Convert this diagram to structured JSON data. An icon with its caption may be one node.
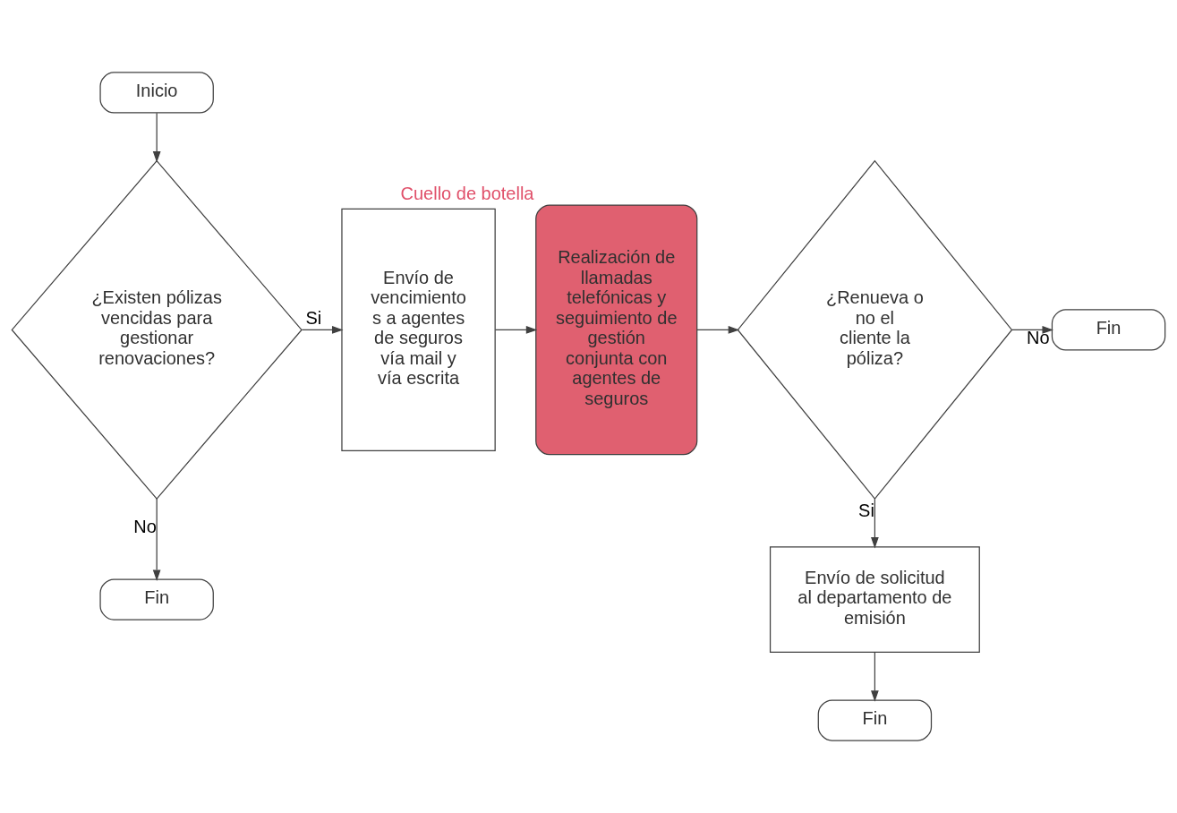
{
  "diagram": {
    "nodes": [
      {
        "text": [
          "Inicio"
        ]
      },
      {
        "text": [
          "¿Existen pólizas vencidas para gestionar renovaciones?"
        ]
      },
      {
        "text": [
          "Fin"
        ]
      },
      {
        "text": [
          "Envío de vencimiento s a agentes de seguros vía mail y vía escrita"
        ]
      },
      {
        "text": [
          "Realización de llamadas telefónicas y seguimiento de gestión conjunta con agentes de seguros"
        ],
        "beside": [
          "Cuello de botella"
        ]
      },
      {
        "text": [
          "¿Renueva o no el cliente la póliza?"
        ]
      },
      {
        "text": [
          "Fin"
        ]
      },
      {
        "text": [
          "Envío de solicitud al departamento de emisión"
        ]
      },
      {
        "text": [
          "Fin"
        ]
      }
    ],
    "edges": [
      {
        "from": 0,
        "to": 1,
        "arrow": "to"
      },
      {
        "from": 1,
        "to": 3,
        "arrow": "to",
        "label": "Si"
      },
      {
        "from": 1,
        "to": 2,
        "arrow": "to",
        "label": "No"
      },
      {
        "from": 3,
        "to": 4,
        "arrow": "to"
      },
      {
        "from": 4,
        "to": 5,
        "arrow": "to"
      },
      {
        "from": 5,
        "to": 6,
        "arrow": "to",
        "label": "No"
      },
      {
        "from": 5,
        "to": 7,
        "arrow": "to",
        "label": "Si"
      },
      {
        "from": 7,
        "to": 8,
        "arrow": "to"
      }
    ]
  }
}
